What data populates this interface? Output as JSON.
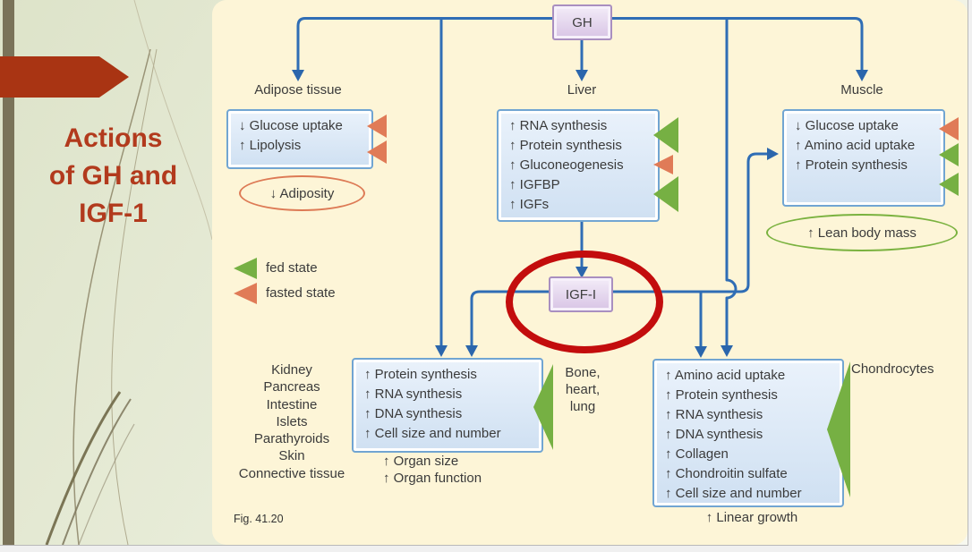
{
  "slide": {
    "title_lines": [
      "Actions",
      "of GH and",
      "IGF-1"
    ],
    "fig_caption": "Fig. 41.20"
  },
  "colors": {
    "title_red": "#b23a1d",
    "fed_green": "#76b043",
    "fasted_orange": "#e07b57",
    "line_blue": "#2f6db5",
    "highlight_circle_red": "#c30d0d",
    "panel_cream": "#fdf5d7"
  },
  "diagram": {
    "gh_label": "GH",
    "igf_label": "IGF-I",
    "adipose": {
      "label": "Adipose tissue",
      "items": [
        "↓ Glucose uptake",
        "↑ Lipolysis"
      ],
      "oval": "↓ Adiposity"
    },
    "liver": {
      "label": "Liver",
      "items": [
        "↑ RNA synthesis",
        "↑ Protein synthesis",
        "↑ Gluconeogenesis",
        "↑ IGFBP",
        "↑ IGFs"
      ]
    },
    "muscle": {
      "label": "Muscle",
      "items": [
        "↓ Glucose uptake",
        "↑ Amino acid uptake",
        "↑ Protein synthesis"
      ],
      "oval": "↑ Lean body mass"
    },
    "legend": {
      "fed": "fed state",
      "fasted": "fasted state"
    },
    "organ_list": [
      "Kidney",
      "Pancreas",
      "Intestine",
      "Islets",
      "Parathyroids",
      "Skin",
      "Connective tissue"
    ],
    "growth_box": {
      "items": [
        "↑ Protein synthesis",
        "↑ RNA synthesis",
        "↑ DNA synthesis",
        "↑ Cell size and number"
      ],
      "targets": [
        "Bone,",
        "heart,",
        "lung"
      ],
      "effects": [
        "↑ Organ size",
        "↑ Organ function"
      ]
    },
    "chondro_box": {
      "items": [
        "↑ Amino acid uptake",
        "↑ Protein synthesis",
        "↑ RNA synthesis",
        "↑ DNA synthesis",
        "↑ Collagen",
        "↑ Chondroitin sulfate",
        "↑ Cell size and number"
      ],
      "target": "Chondrocytes",
      "effect": "↑ Linear growth"
    }
  }
}
